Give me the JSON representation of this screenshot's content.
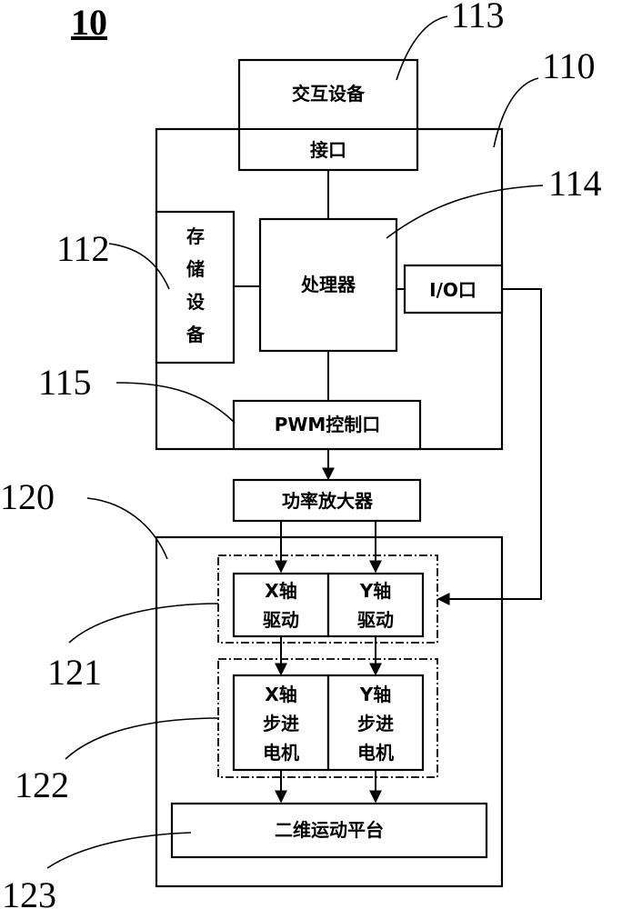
{
  "figure_label": "10",
  "refs": {
    "r113": "113",
    "r110": "110",
    "r114": "114",
    "r112": "112",
    "r115": "115",
    "r120": "120",
    "r121": "121",
    "r122": "122",
    "r123": "123"
  },
  "blocks": {
    "interaction_device": "交互设备",
    "interface": "接口",
    "storage": [
      "存",
      "储",
      "设",
      "备"
    ],
    "processor": "处理器",
    "io_port": "I/O口",
    "pwm_port": "PWM控制口",
    "power_amp": "功率放大器",
    "x_drive": [
      "X轴",
      "驱动"
    ],
    "y_drive": [
      "Y轴",
      "驱动"
    ],
    "x_motor": [
      "X轴",
      "步进",
      "电机"
    ],
    "y_motor": [
      "Y轴",
      "步进",
      "电机"
    ],
    "platform": "二维运动平台"
  }
}
